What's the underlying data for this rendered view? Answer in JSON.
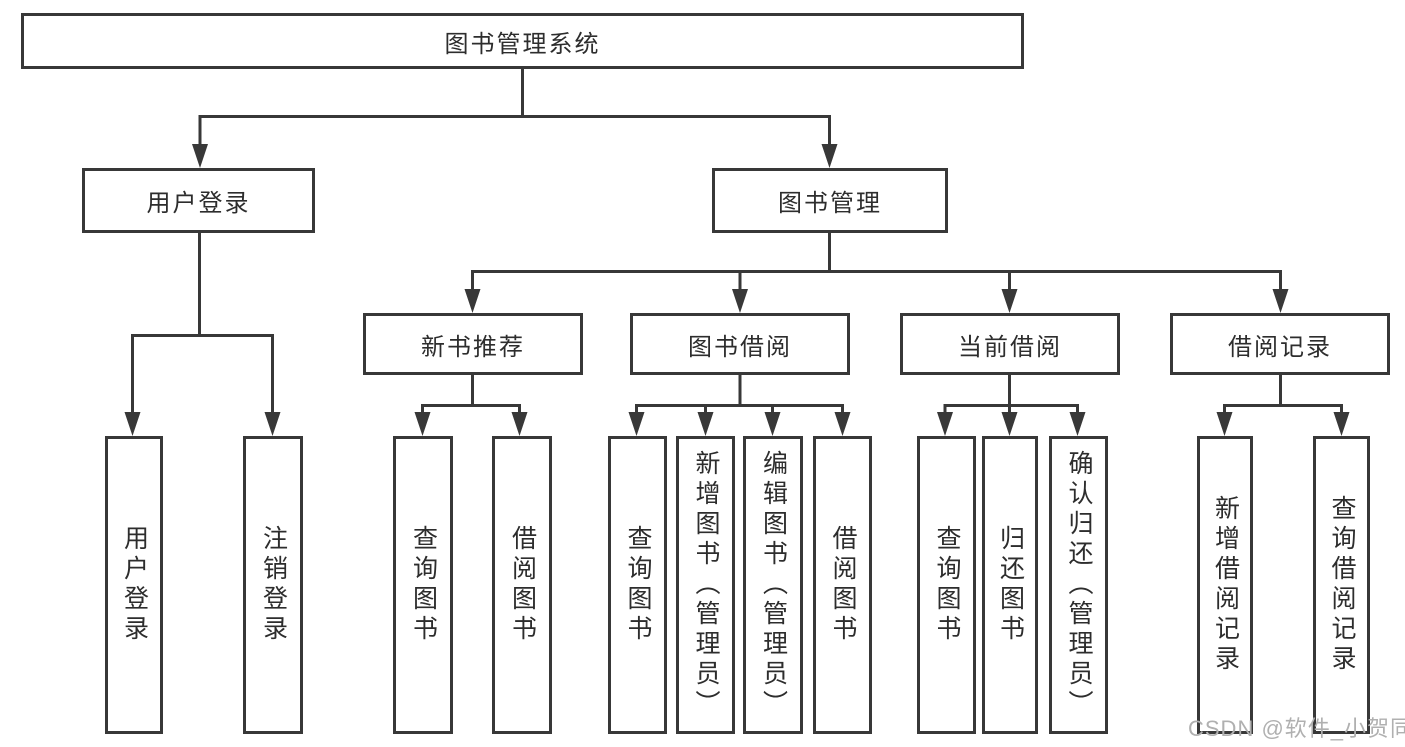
{
  "tree": {
    "root": "图书管理系统",
    "branches": [
      {
        "label": "用户登录",
        "children": [
          "用户登录",
          "注销登录"
        ]
      },
      {
        "label": "图书管理",
        "groups": [
          {
            "label": "新书推荐",
            "children": [
              "查询图书",
              "借阅图书"
            ]
          },
          {
            "label": "图书借阅",
            "children": [
              "查询图书",
              "新增图书（管理员）",
              "编辑图书（管理员）",
              "借阅图书"
            ]
          },
          {
            "label": "当前借阅",
            "children": [
              "查询图书",
              "归还图书",
              "确认归还（管理员）"
            ]
          },
          {
            "label": "借阅记录",
            "children": [
              "新增借阅记录",
              "查询借阅记录"
            ]
          }
        ]
      }
    ]
  },
  "watermark": "CSDN @软件_小贺同学",
  "colors": {
    "line": "#383838",
    "text": "#2d2d2d",
    "box_background": "#ffffff",
    "watermark": "#b0b0b0"
  }
}
